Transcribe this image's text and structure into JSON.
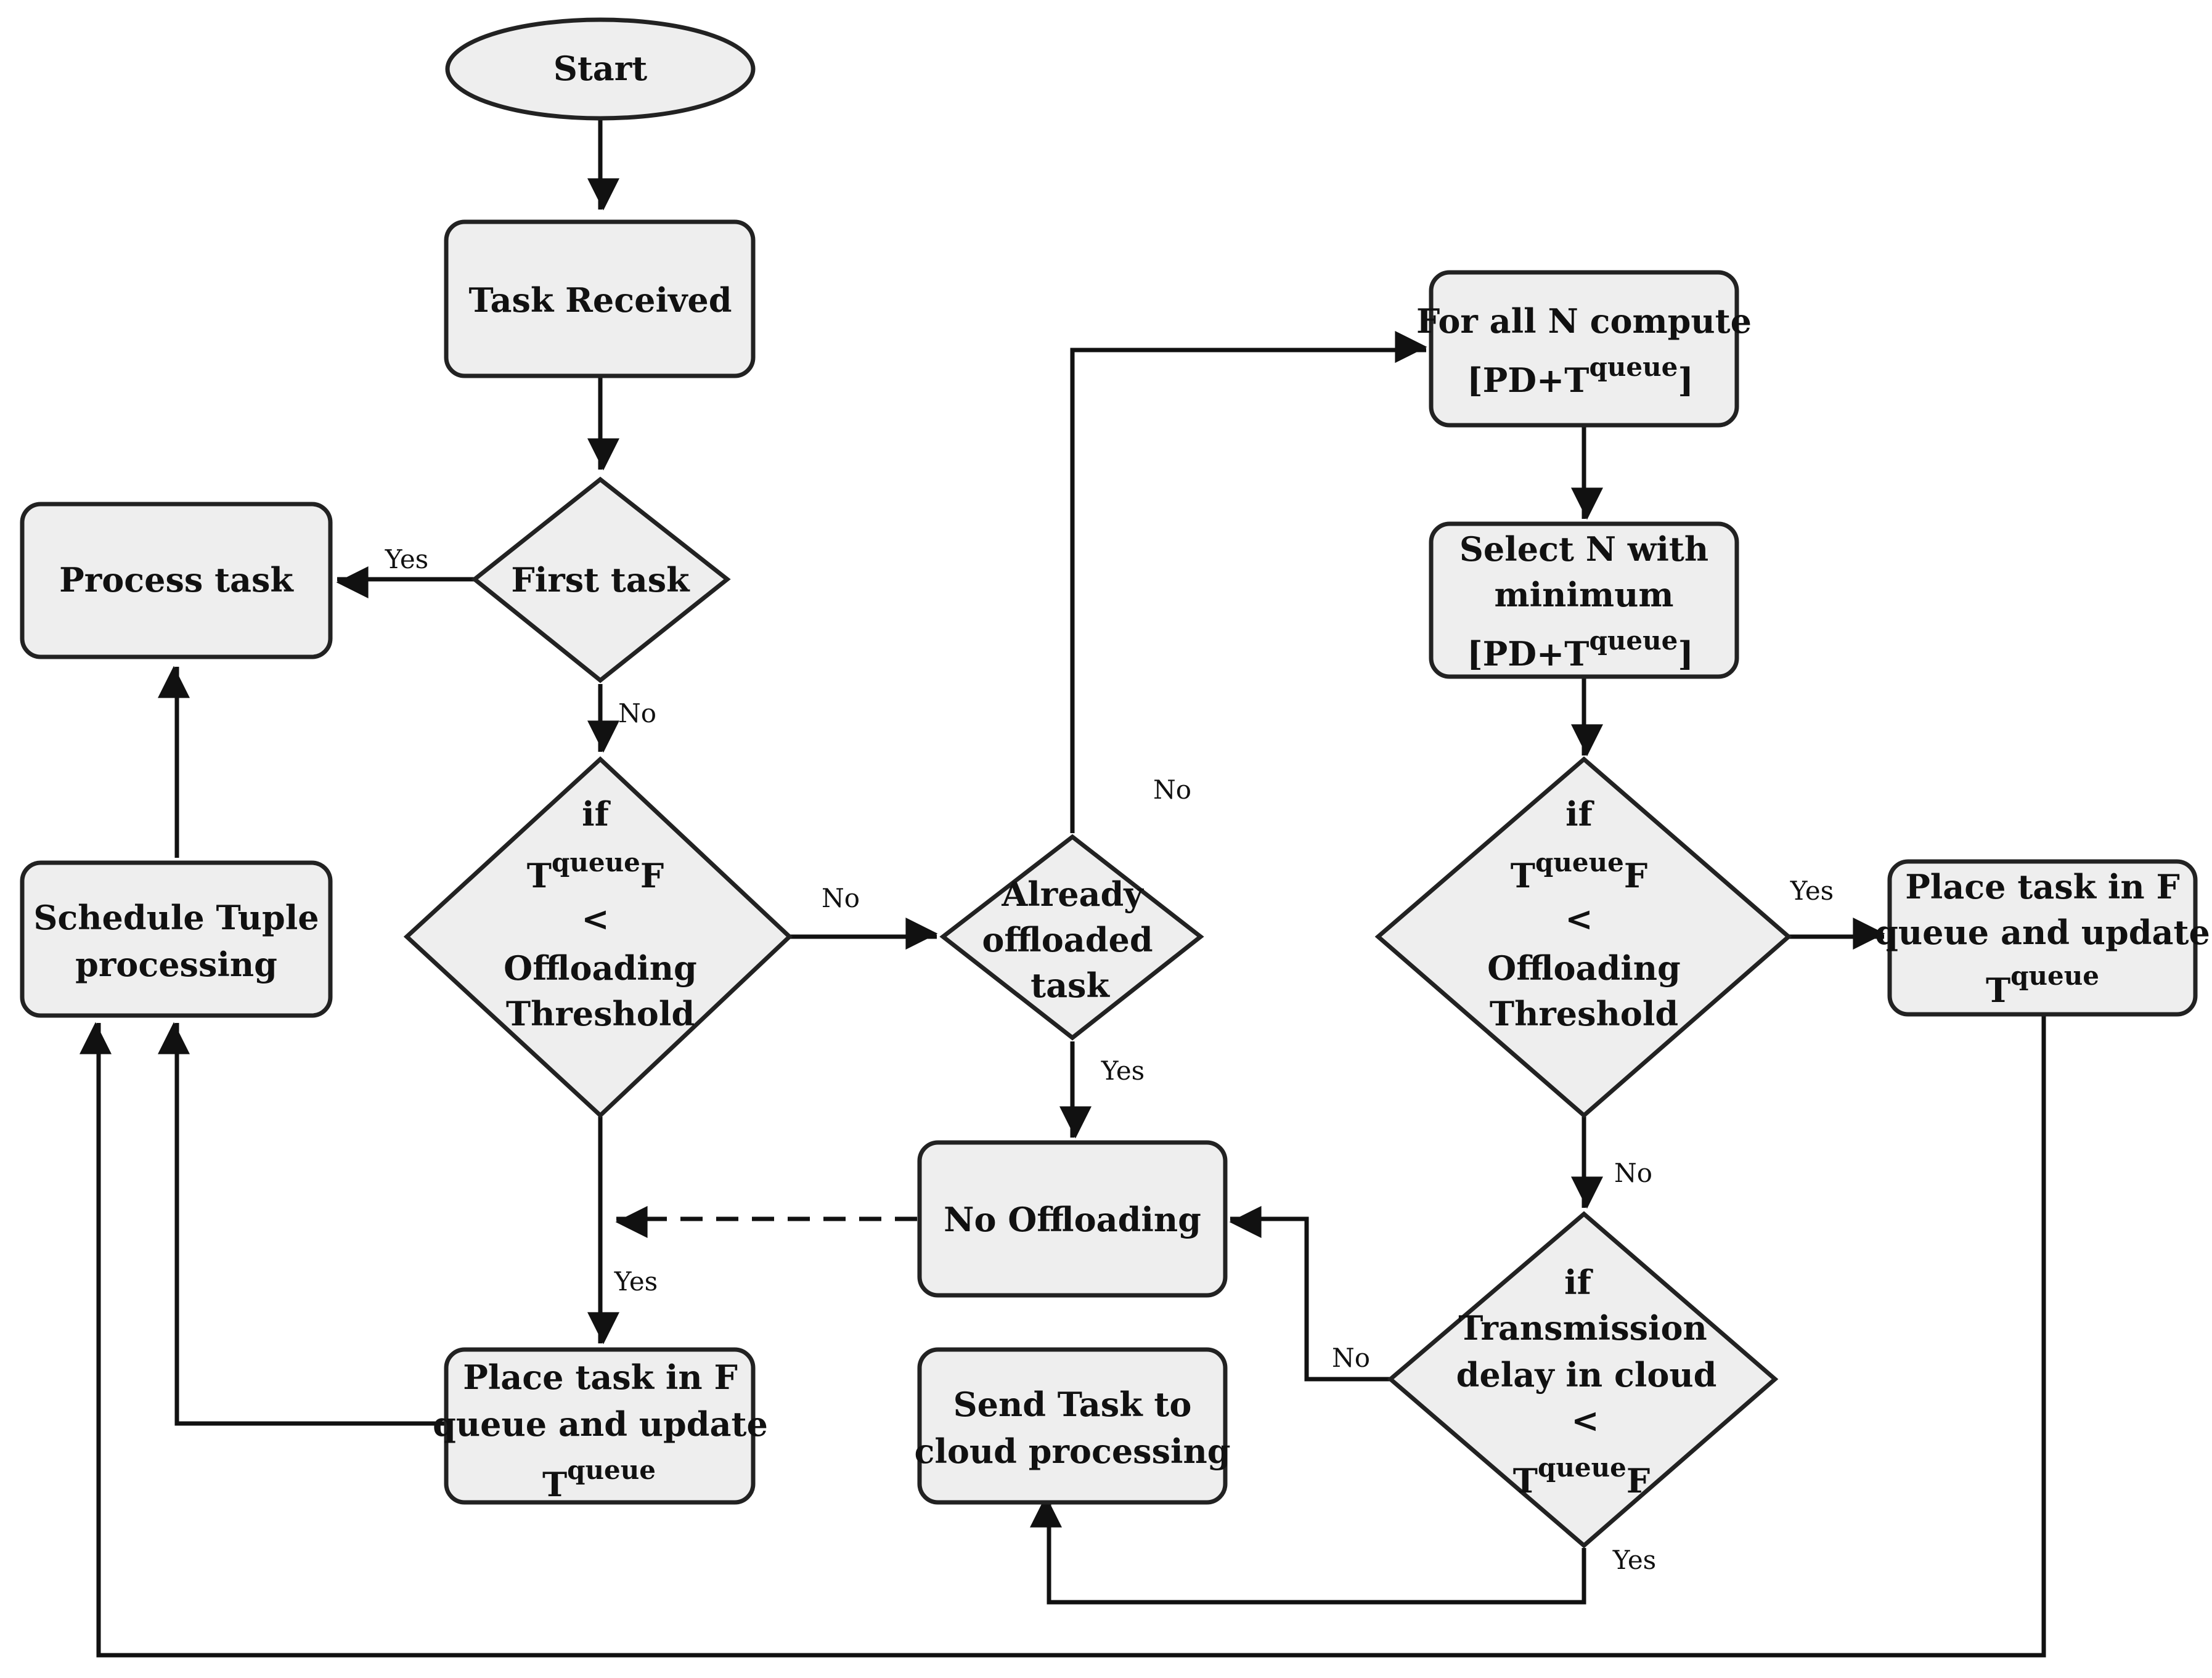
{
  "nodes": {
    "start": "Start",
    "task_received": "Task Received",
    "first_task": "First task",
    "process_task": "Process task",
    "schedule_tuple": [
      "Schedule Tuple",
      "processing"
    ],
    "threshold_check_1": {
      "line1": "if",
      "t_base": "T",
      "t_sup": "queue",
      "t_sub": "F",
      "op": "<",
      "line4": "Offloading",
      "line5": "Threshold"
    },
    "place_task_left": {
      "line1": "Place task in F",
      "line2": "queue and update",
      "t_base": "T",
      "t_sup": "queue"
    },
    "already_offloaded": [
      "Already",
      "offloaded",
      "task"
    ],
    "no_offloading": "No Offloading",
    "send_to_cloud": [
      "Send Task to",
      "cloud processing"
    ],
    "compute_all": {
      "line1": "For all N compute",
      "open": "[PD+T",
      "sup": "queue",
      "close": "]"
    },
    "select_min": {
      "line1": "Select N with",
      "line2": "minimum",
      "open": "[PD+T",
      "sup": "queue",
      "close": "]"
    },
    "threshold_check_2": {
      "line1": "if",
      "t_base": "T",
      "t_sup": "queue",
      "t_sub": "F",
      "op": "<",
      "line4": "Offloading",
      "line5": "Threshold"
    },
    "place_task_right": {
      "line1": "Place task in F",
      "line2": "queue and update",
      "t_base": "T",
      "t_sup": "queue"
    },
    "transmission_check": {
      "line1": "if",
      "line2": "Transmission",
      "line3": "delay in cloud",
      "op": "<",
      "t_base": "T",
      "t_sup": "queue",
      "t_sub": "F"
    }
  },
  "edge_labels": {
    "first_yes": "Yes",
    "first_no": "No",
    "thr1_no": "No",
    "thr1_yes": "Yes",
    "already_no": "No",
    "already_yes": "Yes",
    "thr2_yes": "Yes",
    "thr2_no": "No",
    "trans_no": "No",
    "trans_yes": "Yes"
  }
}
